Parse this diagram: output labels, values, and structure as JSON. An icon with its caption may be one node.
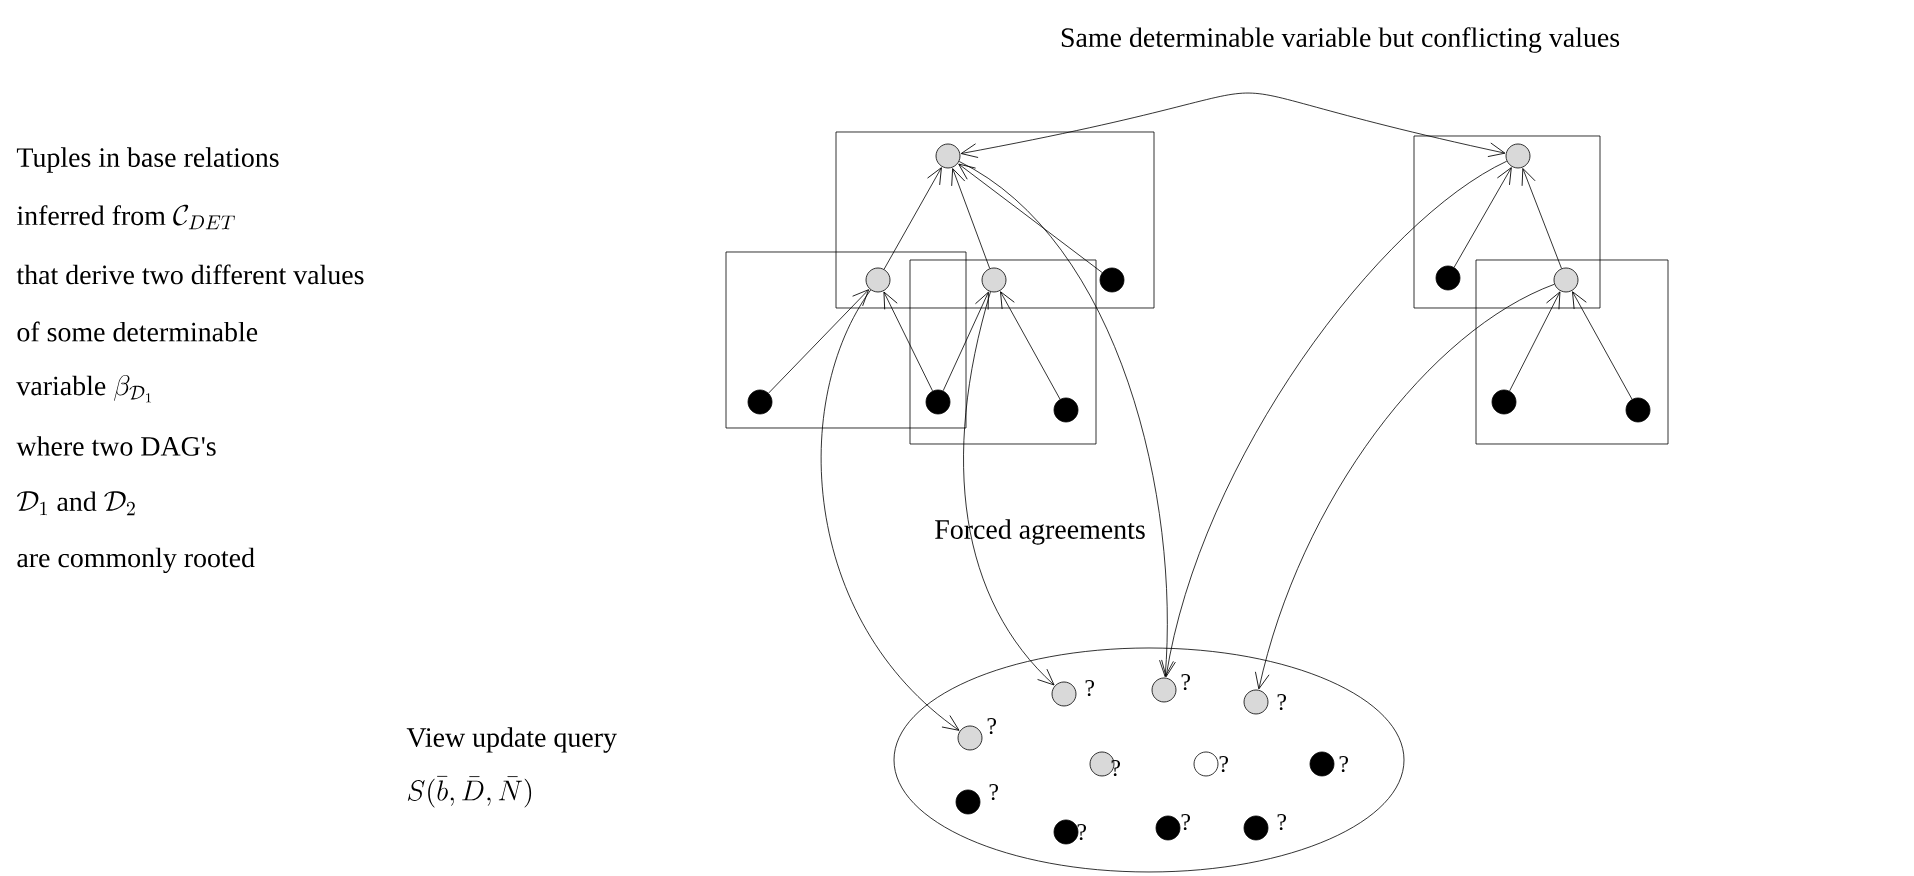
{
  "diagram": {
    "nodes": [
      {
        "text": [],
        "shape": "box"
      },
      {
        "text": [],
        "shape": "circle",
        "in": 0
      },
      {
        "text": [],
        "shape": "box"
      },
      {
        "text": [],
        "shape": "box"
      },
      {
        "text": [],
        "shape": "circle"
      },
      {
        "text": [],
        "shape": "circle"
      },
      {
        "text": [],
        "shape": "circle",
        "in": 0
      },
      {
        "text": [],
        "shape": "circle",
        "in": 2
      },
      {
        "text": [],
        "shape": "circle"
      },
      {
        "text": [],
        "shape": "circle",
        "in": 3
      },
      {
        "text": [],
        "shape": "box"
      },
      {
        "text": [],
        "shape": "circle",
        "in": 10
      },
      {
        "text": [],
        "shape": "circle",
        "in": 10
      },
      {
        "text": [],
        "shape": "box"
      },
      {
        "text": [],
        "shape": "circle"
      },
      {
        "text": [],
        "shape": "circle",
        "in": 13
      },
      {
        "text": [],
        "shape": "circle",
        "in": 13
      },
      {
        "text": [],
        "shape": "ellipse",
        "beside": [
          "View update query",
          "S(\\bar{b},\\bar{D},\\bar{N})"
        ]
      },
      {
        "text": [],
        "shape": "circle",
        "in": 17,
        "beside": [
          "?"
        ]
      },
      {
        "text": [],
        "shape": "circle",
        "in": 17,
        "beside": [
          "?"
        ]
      },
      {
        "text": [],
        "shape": "circle",
        "in": 17,
        "beside": [
          "?"
        ]
      },
      {
        "text": [],
        "shape": "circle",
        "in": 17,
        "beside": [
          "?"
        ]
      },
      {
        "text": [],
        "shape": "circle",
        "in": 17,
        "beside": [
          "?"
        ]
      },
      {
        "text": [],
        "shape": "circle",
        "in": 17,
        "beside": [
          "?"
        ]
      },
      {
        "text": [],
        "shape": "circle",
        "in": 17,
        "beside": [
          "?"
        ]
      },
      {
        "text": [],
        "shape": "circle",
        "in": 17,
        "beside": [
          "?"
        ]
      },
      {
        "text": [],
        "shape": "circle",
        "in": 17,
        "beside": [
          "?"
        ]
      },
      {
        "text": [],
        "shape": "circle",
        "in": 17,
        "beside": [
          "?"
        ]
      },
      {
        "text": [],
        "shape": "circle",
        "in": 17,
        "beside": [
          "?"
        ]
      }
    ],
    "edges": [
      {
        "from": 11,
        "to": 1,
        "arrow": "both",
        "label": "Same determinable variable but conflicting values"
      },
      {
        "from": 4,
        "to": 1,
        "arrow": "to"
      },
      {
        "from": 5,
        "to": 1,
        "arrow": "to"
      },
      {
        "from": 6,
        "to": 1,
        "arrow": "to"
      },
      {
        "from": 7,
        "to": 4,
        "arrow": "to"
      },
      {
        "from": 8,
        "to": 4,
        "arrow": "to"
      },
      {
        "from": 8,
        "to": 5,
        "arrow": "to"
      },
      {
        "from": 9,
        "to": 5,
        "arrow": "to"
      },
      {
        "from": 12,
        "to": 11,
        "arrow": "to"
      },
      {
        "from": 14,
        "to": 11,
        "arrow": "to"
      },
      {
        "from": 15,
        "to": 14,
        "arrow": "to"
      },
      {
        "from": 16,
        "to": 14,
        "arrow": "to"
      },
      {
        "from": 4,
        "to": 18,
        "arrow": "to"
      },
      {
        "from": 5,
        "to": 19,
        "arrow": "to"
      },
      {
        "from": 1,
        "to": 20,
        "arrow": "to"
      },
      {
        "from": 11,
        "to": 20,
        "arrow": "to"
      },
      {
        "from": 14,
        "to": 21,
        "arrow": "to"
      }
    ],
    "labels": [
      "Tuples in base relations",
      "inferred from",
      "\\mathcal{C}_{DET}",
      "that derive two different values",
      "of some determinable",
      "variable",
      "\\beta_{\\mathcal{D}_1}",
      "where two DAG's",
      "\\mathcal{D}_1",
      "and",
      "\\mathcal{D}_2",
      "are commonly rooted",
      "Forced agreements"
    ]
  }
}
